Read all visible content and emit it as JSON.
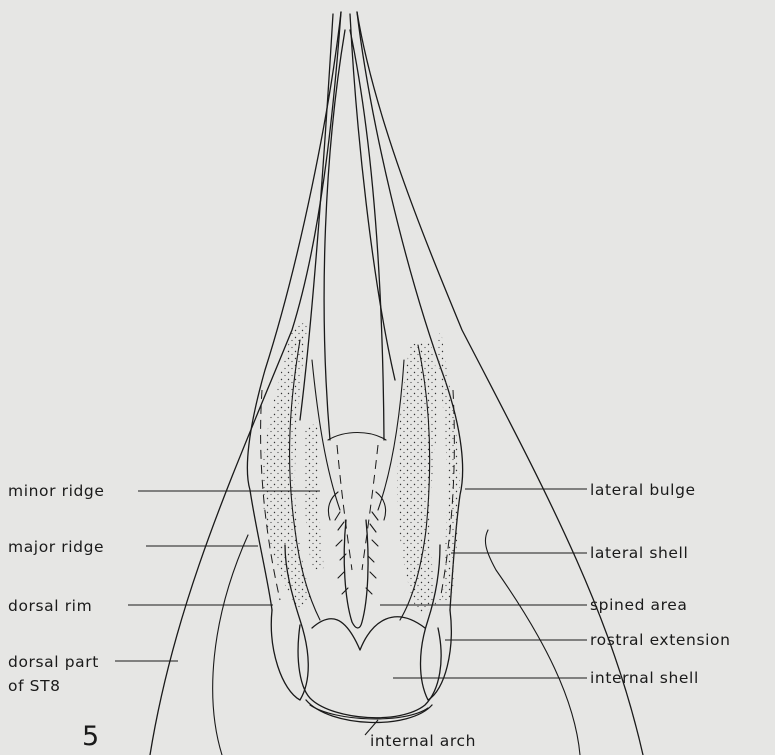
{
  "figure_number": "5",
  "labels": {
    "minor_ridge": "minor ridge",
    "major_ridge": "major ridge",
    "dorsal_rim": "dorsal rim",
    "dorsal_part_line1": "dorsal part",
    "dorsal_part_line2": "of ST8",
    "lateral_bulge": "lateral bulge",
    "lateral_shell": "lateral shell",
    "spined_area": "spined area",
    "rostral_extension": "rostral extension",
    "internal_shell": "internal shell",
    "internal_arch": "internal arch"
  },
  "colors": {
    "background": "#e6e6e4",
    "ink": "#1a1a1a"
  }
}
